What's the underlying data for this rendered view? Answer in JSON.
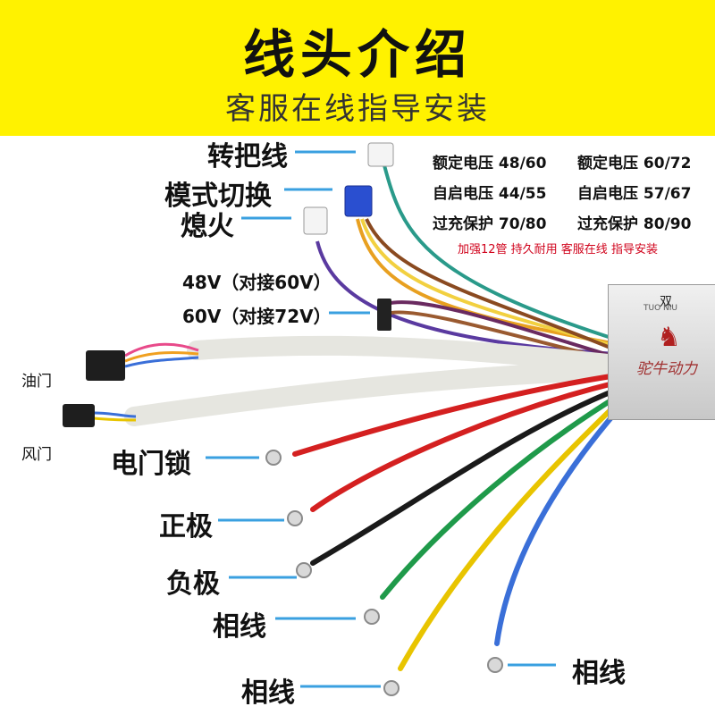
{
  "header": {
    "title": "线头介绍",
    "subtitle": "客服在线指导安装"
  },
  "labels": {
    "throttle_line": "转把线",
    "mode_switch": "模式切换",
    "flameout": "熄火",
    "v48": "48V（对接60V）",
    "v60": "60V（对接72V）",
    "throttle": "油门",
    "wind_door": "风门",
    "e_lock": "电门锁",
    "positive": "正极",
    "negative": "负极",
    "phase": "相线"
  },
  "specs": {
    "rows": [
      {
        "left_label": "额定电压",
        "left_value": "48/60",
        "right_label": "额定电压",
        "right_value": "60/72"
      },
      {
        "left_label": "自启电压",
        "left_value": "44/55",
        "right_label": "自启电压",
        "right_value": "57/67"
      },
      {
        "left_label": "过充保护",
        "left_value": "70/80",
        "right_label": "过充保护",
        "right_value": "80/90"
      }
    ],
    "note": "加强12管 持久耐用 客服在线 指导安装"
  },
  "controller": {
    "brand_text": "驼牛动力",
    "top_text": "双",
    "badge_text": "TUO NIU"
  },
  "colors": {
    "banner": "#fff200",
    "leader": "#3aa0e0",
    "note": "#d0021b",
    "wire_red": "#d42020",
    "wire_black": "#1a1a1a",
    "wire_green": "#1f9a4a",
    "wire_yellow": "#e8c400",
    "wire_blue": "#3a6fd8"
  }
}
